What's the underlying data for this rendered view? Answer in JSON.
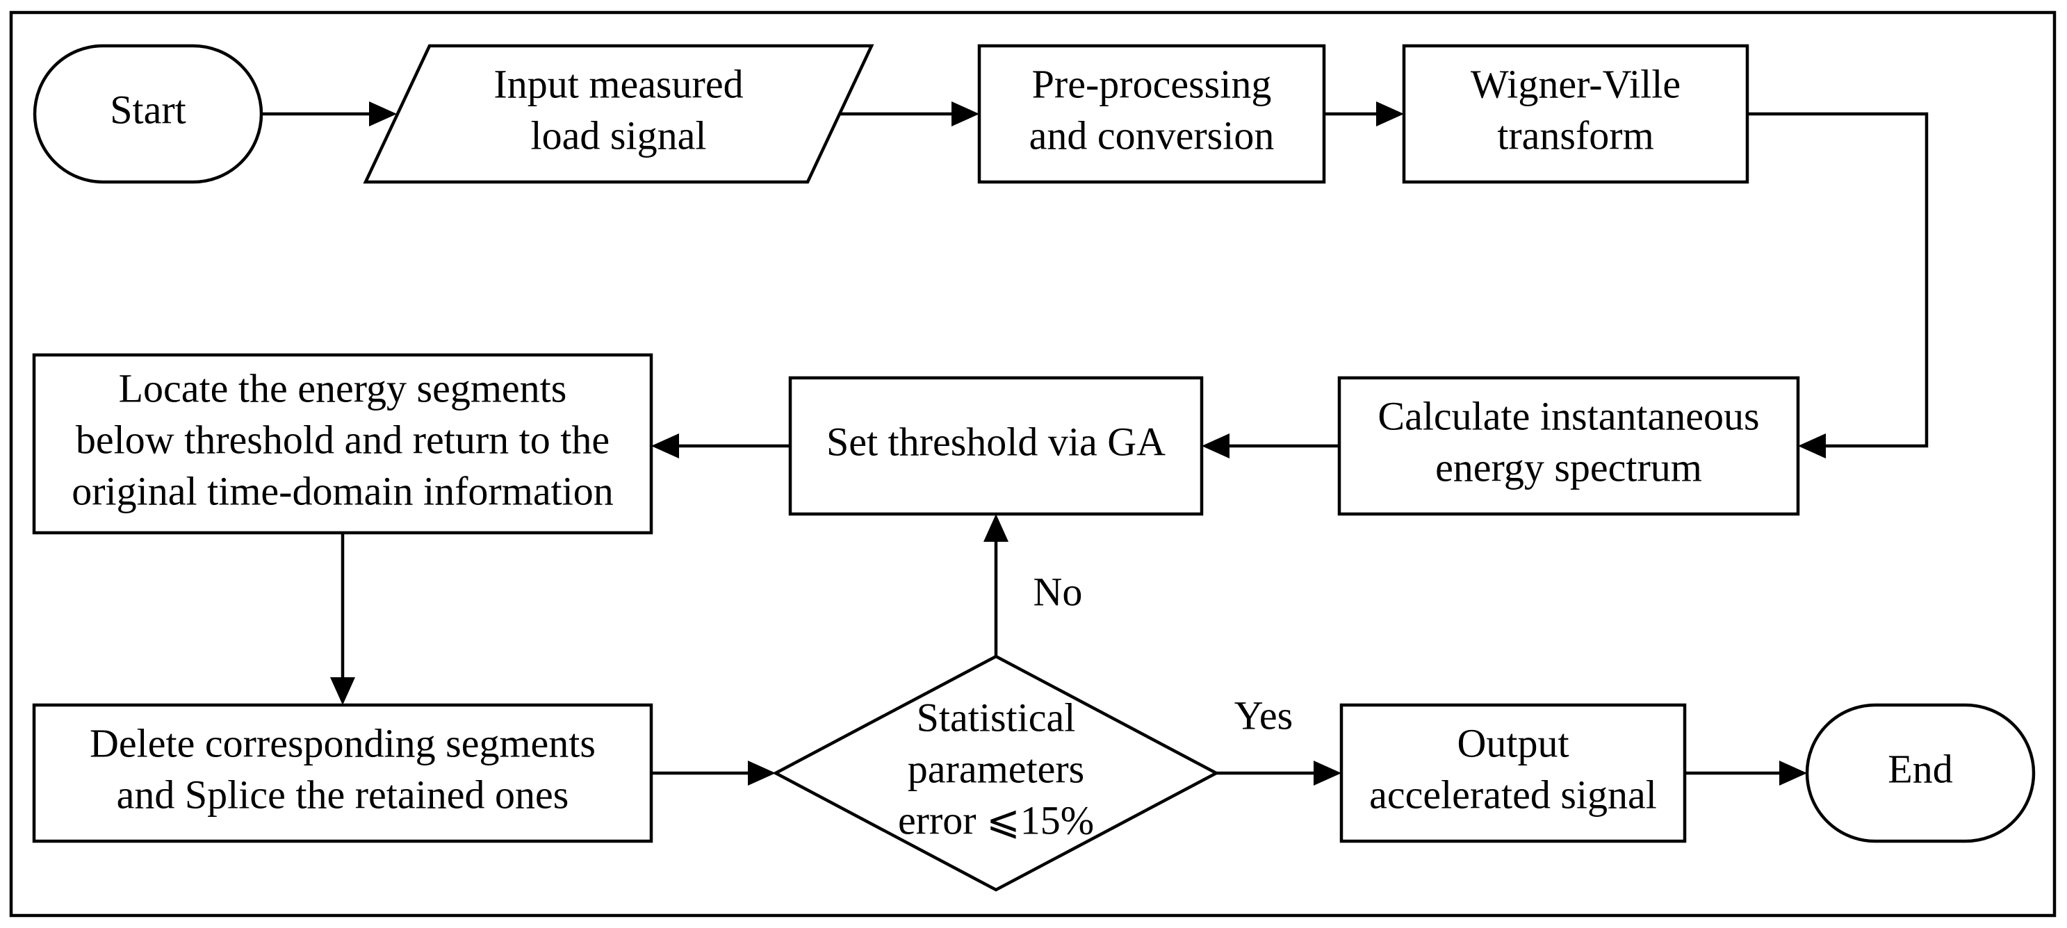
{
  "diagram": {
    "nodes": [
      {
        "id": "start",
        "kind": "terminal",
        "lines": [
          "Start"
        ]
      },
      {
        "id": "input",
        "kind": "parallelogram",
        "lines": [
          "Input measured",
          "load signal"
        ]
      },
      {
        "id": "preprocess",
        "kind": "process",
        "lines": [
          "Pre-processing",
          "and conversion"
        ]
      },
      {
        "id": "wigner",
        "kind": "process",
        "lines": [
          "Wigner-Ville",
          "transform"
        ]
      },
      {
        "id": "energy",
        "kind": "process",
        "lines": [
          "Calculate instantaneous",
          "energy spectrum"
        ]
      },
      {
        "id": "threshold",
        "kind": "process",
        "lines": [
          "Set threshold via GA"
        ]
      },
      {
        "id": "locate",
        "kind": "process",
        "lines": [
          "Locate the energy segments",
          "below threshold and return to the",
          "original time-domain information"
        ]
      },
      {
        "id": "delete",
        "kind": "process",
        "lines": [
          "Delete corresponding segments",
          "and Splice the retained ones"
        ]
      },
      {
        "id": "decision",
        "kind": "decision",
        "lines": [
          "Statistical",
          "parameters",
          "error ⩽15%"
        ]
      },
      {
        "id": "output",
        "kind": "process",
        "lines": [
          "Output",
          "accelerated signal"
        ]
      },
      {
        "id": "end",
        "kind": "terminal",
        "lines": [
          "End"
        ]
      }
    ],
    "edges": [
      {
        "from": "start",
        "to": "input",
        "label": ""
      },
      {
        "from": "input",
        "to": "preprocess",
        "label": ""
      },
      {
        "from": "preprocess",
        "to": "wigner",
        "label": ""
      },
      {
        "from": "wigner",
        "to": "energy",
        "label": ""
      },
      {
        "from": "energy",
        "to": "threshold",
        "label": ""
      },
      {
        "from": "threshold",
        "to": "locate",
        "label": ""
      },
      {
        "from": "locate",
        "to": "delete",
        "label": ""
      },
      {
        "from": "delete",
        "to": "decision",
        "label": ""
      },
      {
        "from": "decision",
        "to": "threshold",
        "label": "No"
      },
      {
        "from": "decision",
        "to": "output",
        "label": "Yes"
      },
      {
        "from": "output",
        "to": "end",
        "label": ""
      }
    ]
  }
}
